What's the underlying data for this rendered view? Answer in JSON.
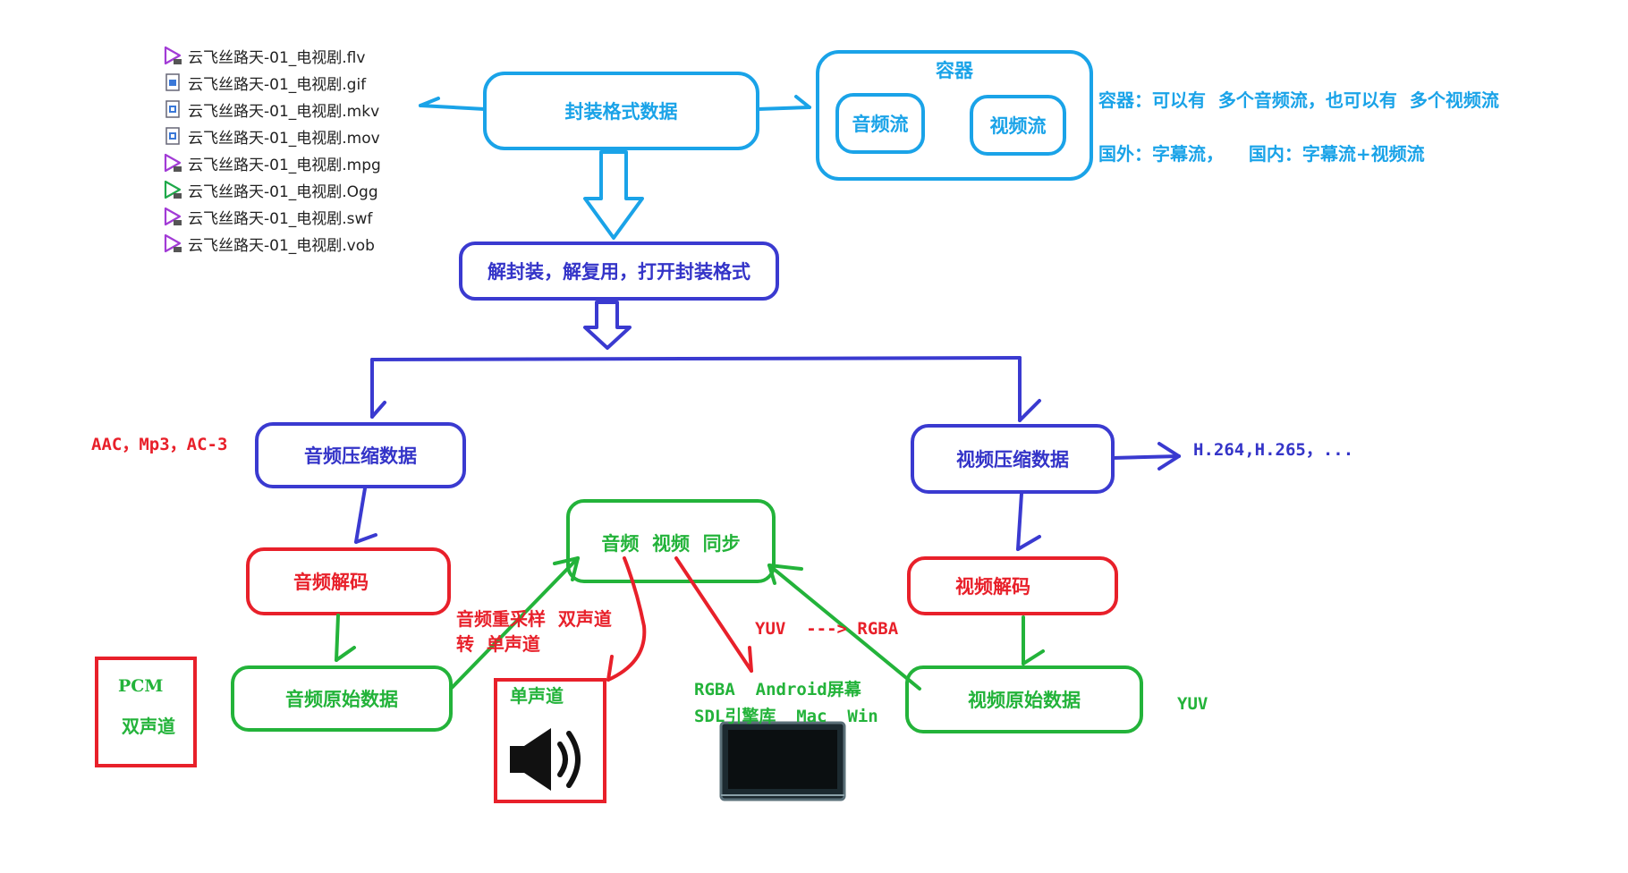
{
  "file_list": [
    {
      "name": "云飞丝路天-01_电视剧.flv",
      "icon": "video-file-icon"
    },
    {
      "name": "云飞丝路天-01_电视剧.gif",
      "icon": "image-file-icon"
    },
    {
      "name": "云飞丝路天-01_电视剧.mkv",
      "icon": "media-file-icon"
    },
    {
      "name": "云飞丝路天-01_电视剧.mov",
      "icon": "media-file-icon"
    },
    {
      "name": "云飞丝路天-01_电视剧.mpg",
      "icon": "video-file-icon"
    },
    {
      "name": "云飞丝路天-01_电视剧.Ogg",
      "icon": "audio-file-icon"
    },
    {
      "name": "云飞丝路天-01_电视剧.swf",
      "icon": "video-file-icon"
    },
    {
      "name": "云飞丝路天-01_电视剧.vob",
      "icon": "video-file-icon"
    }
  ],
  "nodes": {
    "container_format": "封装格式数据",
    "container": "容器",
    "audio_stream": "音频流",
    "video_stream": "视频流",
    "demux": "解封装，解复用，打开封装格式",
    "audio_compressed": "音频压缩数据",
    "video_compressed": "视频压缩数据",
    "audio_decode": "音频解码",
    "video_decode": "视频解码",
    "av_sync": "音频  视频  同步",
    "audio_raw": "音频原始数据",
    "video_raw": "视频原始数据",
    "pcm": "PCM",
    "stereo": "双声道",
    "mono": "单声道"
  },
  "notes": {
    "container_line1": "容器：可以有  多个音频流，也可以有  多个视频流",
    "container_line2": "国外：字幕流，    国内：字幕流+视频流",
    "audio_codecs": "AAC，Mp3，AC-3",
    "video_codecs": "H.264,H.265，...",
    "resample_line1": "音频重采样  双声道",
    "resample_line2": "转  单声道",
    "yuv_rgba": "YUV  ---> RGBA",
    "render_line1": "RGBA  Android屏幕",
    "render_line2": "SDL引擎库  Mac  Win",
    "yuv": "YUV"
  },
  "colors": {
    "cyan": "#1aa3e8",
    "blue": "#3a3ad0",
    "red": "#e8202a",
    "green": "#23b33a",
    "blue_text": "#3434c8",
    "red_text": "#e8202a"
  }
}
